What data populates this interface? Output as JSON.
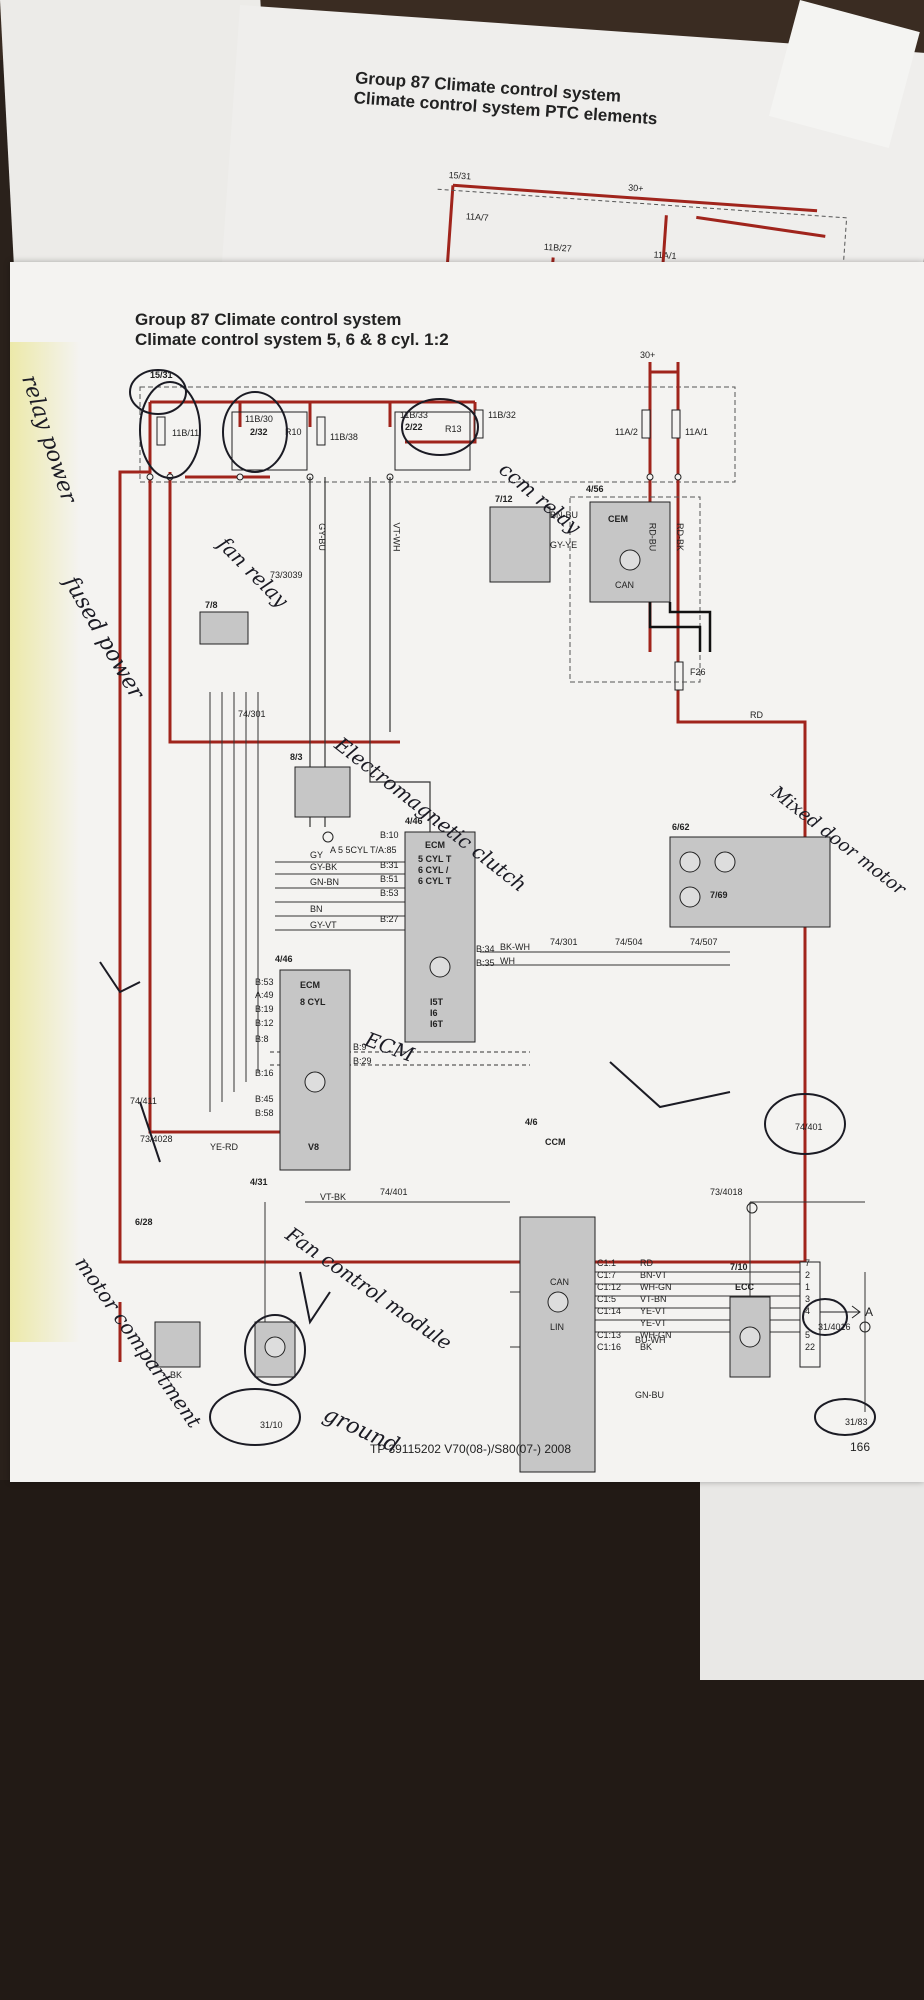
{
  "back_sheet": {
    "title_line1": "Group 87 Climate control system",
    "title_line2": "Climate control system PTC elements",
    "labels": [
      "15/31",
      "30+",
      "11A/7",
      "11B/27",
      "11A/1"
    ]
  },
  "diagram": {
    "title_line1": "Group 87 Climate control system",
    "title_line2": "Climate control system 5, 6 & 8 cyl. 1:2",
    "footer_code": "TP 39115202 V70(08-)/S80(07-) 2008",
    "page_number": "166",
    "components": {
      "fuse_15_31": "15/31",
      "fuse_11b11": "11B/11",
      "fuse_11b30": "11B/30",
      "relay_232": "2/32",
      "r10": "R10",
      "fuse_11b38": "11B/38",
      "fuse_11b33": "11B/33",
      "relay_222": "2/22",
      "r13": "R13",
      "fuse_11b32": "11B/32",
      "supply_30": "30+",
      "fuse_11a2": "11A/2",
      "fuse_11a1": "11A/1",
      "ground_733039": "73/3039",
      "sensor_78": "7/8",
      "conn_74301_top": "74/301",
      "switch_712": "7/12",
      "cem_id": "4/56",
      "cem_name": "CEM",
      "fuse_f26": "F26",
      "clutch_83": "8/3",
      "ecm_i_id": "4/46",
      "ecm_i_name": "ECM",
      "ecm_i_variants": [
        "5 CYL T",
        "6 CYL /",
        "6 CYL T"
      ],
      "ecm_i_engines": [
        "I5T",
        "I6",
        "I6T"
      ],
      "motor_662": "6/62",
      "motor_769": "7/69",
      "conn_74301": "74/301",
      "conn_74504": "74/504",
      "conn_74507": "74/507",
      "ecm_v8_id": "4/46",
      "ecm_v8_name": "ECM",
      "ecm_v8_sub": "8 CYL",
      "ecm_v8_engine": "V8",
      "conn_74411": "74/411",
      "ground_734028": "73/4028",
      "fan_628": "6/28",
      "fan_module_431": "4/31",
      "conn_74401_mid": "74/401",
      "ccm_id": "4/6",
      "ccm_name": "CCM",
      "conn_74401_right": "74/401",
      "ground_734018": "73/4018",
      "ecc_id": "7/10",
      "ecc_name": "ECC",
      "ground_314016": "31/4016",
      "ground_3110": "31/10",
      "ground_3183": "31/83",
      "output_a": "A",
      "can_label": "CAN",
      "lin_label": "LIN"
    },
    "wire_labels": {
      "gy_bu": "GY-BU",
      "vt_wh": "VT-WH",
      "rd_bu": "RD-BU",
      "rd_bk": "RD-BK",
      "bn_bu": "BN-BU",
      "gy_ye": "GY-YE",
      "rd": "RD",
      "gy": "GY",
      "gy_bk": "GY-BK",
      "gn_bn": "GN-BN",
      "bn": "BN",
      "gy_vt": "GY-VT",
      "bk_wh": "BK-WH",
      "wh": "WH",
      "ye_rd": "YE-RD",
      "vt_bk": "VT-BK",
      "bk": "BK",
      "bu_wh": "BU-WH",
      "gn_bu": "GN-BU"
    },
    "ccm_pins": [
      {
        "pin": "C1:1",
        "wire": "RD",
        "term": "7"
      },
      {
        "pin": "C1:7",
        "wire": "BN-VT",
        "term": "2"
      },
      {
        "pin": "C1:12",
        "wire": "WH-GN",
        "term": "1"
      },
      {
        "pin": "C1:5",
        "wire": "VT-BN",
        "term": "3"
      },
      {
        "pin": "C1:14",
        "wire": "YE-VT",
        "term": "4"
      },
      {
        "pin": "",
        "wire": "YE-VT",
        "term": ""
      },
      {
        "pin": "C1:13",
        "wire": "WH-GN",
        "term": "5"
      },
      {
        "pin": "C1:16",
        "wire": "BK",
        "term": "22"
      }
    ],
    "ecm_i_pins": [
      "B:10",
      "A 5 5CYL T/A:85",
      "B:31",
      "B:51",
      "B:53",
      "B:27",
      "B:34",
      "B:35"
    ],
    "ecm_v8_pins": [
      "B:53",
      "A:49",
      "B:19",
      "B:12",
      "B:8",
      "B:16",
      "B:45",
      "B:58",
      "B:9",
      "B:29"
    ]
  },
  "annotations": [
    "relay power",
    "fused power",
    "fan relay",
    "ccm relay",
    "Electromagnetic clutch",
    "ECM",
    "Mixed door motor",
    "Fan control module",
    "motor compartment",
    "ground"
  ]
}
